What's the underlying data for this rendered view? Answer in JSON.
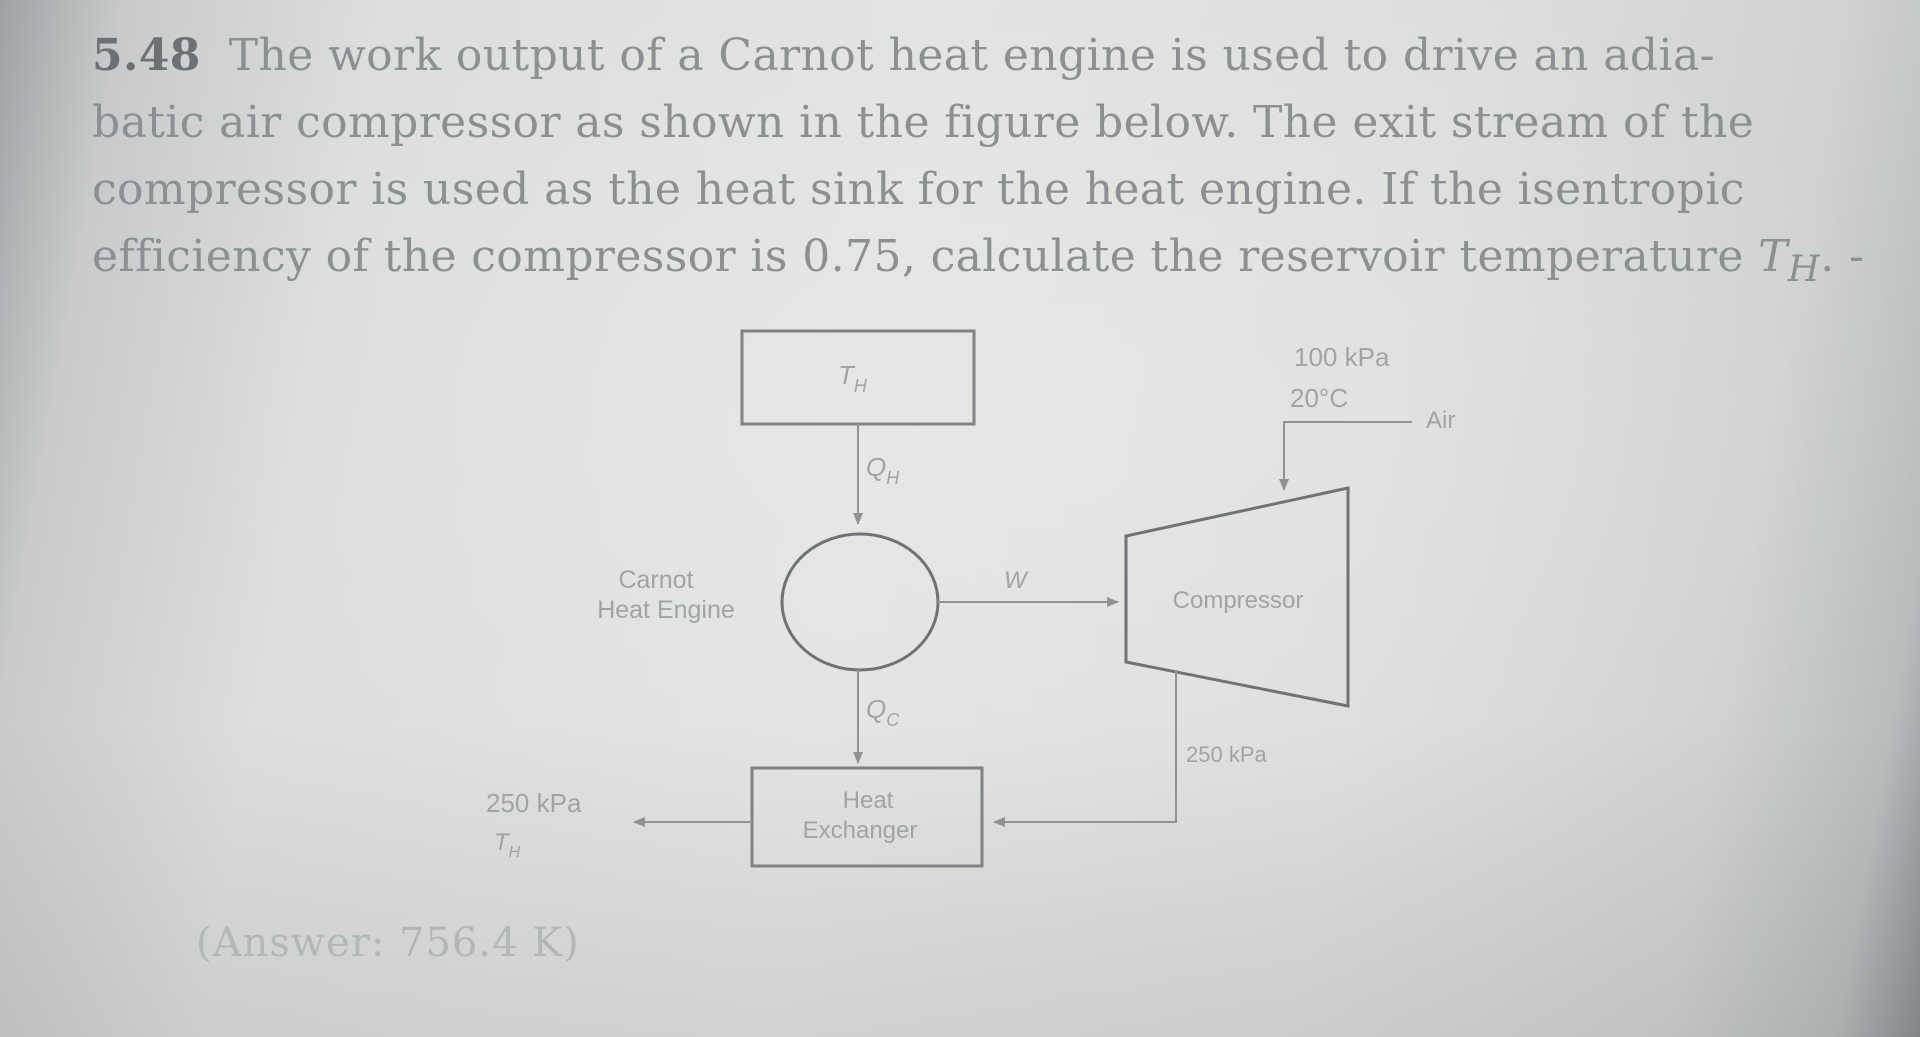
{
  "problem": {
    "number": "5.48",
    "lines": [
      "The work output of a Carnot heat engine is used to drive an adia-",
      "batic air compressor as shown in the figure below. The exit stream of the",
      "compressor is used as the heat sink for the heat engine. If the isentropic",
      "efficiency of the compressor is 0.75, calculate the reservoir temperature"
    ],
    "end_symbol": "T",
    "end_symbol_sub": "H",
    "end_punct": ". -"
  },
  "figure": {
    "reservoir_label": "T",
    "reservoir_label_sub": "H",
    "qh_label": "Q",
    "qh_sub": "H",
    "qc_label": "Q",
    "qc_sub": "C",
    "engine_label_1": "Carnot",
    "engine_label_2": "Heat Engine",
    "work_label": "W",
    "compressor_label": "Compressor",
    "inlet_pressure": "100 kPa",
    "inlet_temperature": "20°C",
    "inlet_fluid": "Air",
    "compressor_exit_pressure": "250 kPa",
    "hx_label_1": "Heat",
    "hx_label_2": "Exchanger",
    "outlet_pressure": "250 kPa",
    "outlet_temperature": "T",
    "outlet_temperature_sub": "H"
  },
  "answer": "(Answer: 756.4 K)",
  "colors": {
    "line": "#9a9ea0",
    "box": "#8a8e90",
    "label": "#a3a7a9"
  }
}
